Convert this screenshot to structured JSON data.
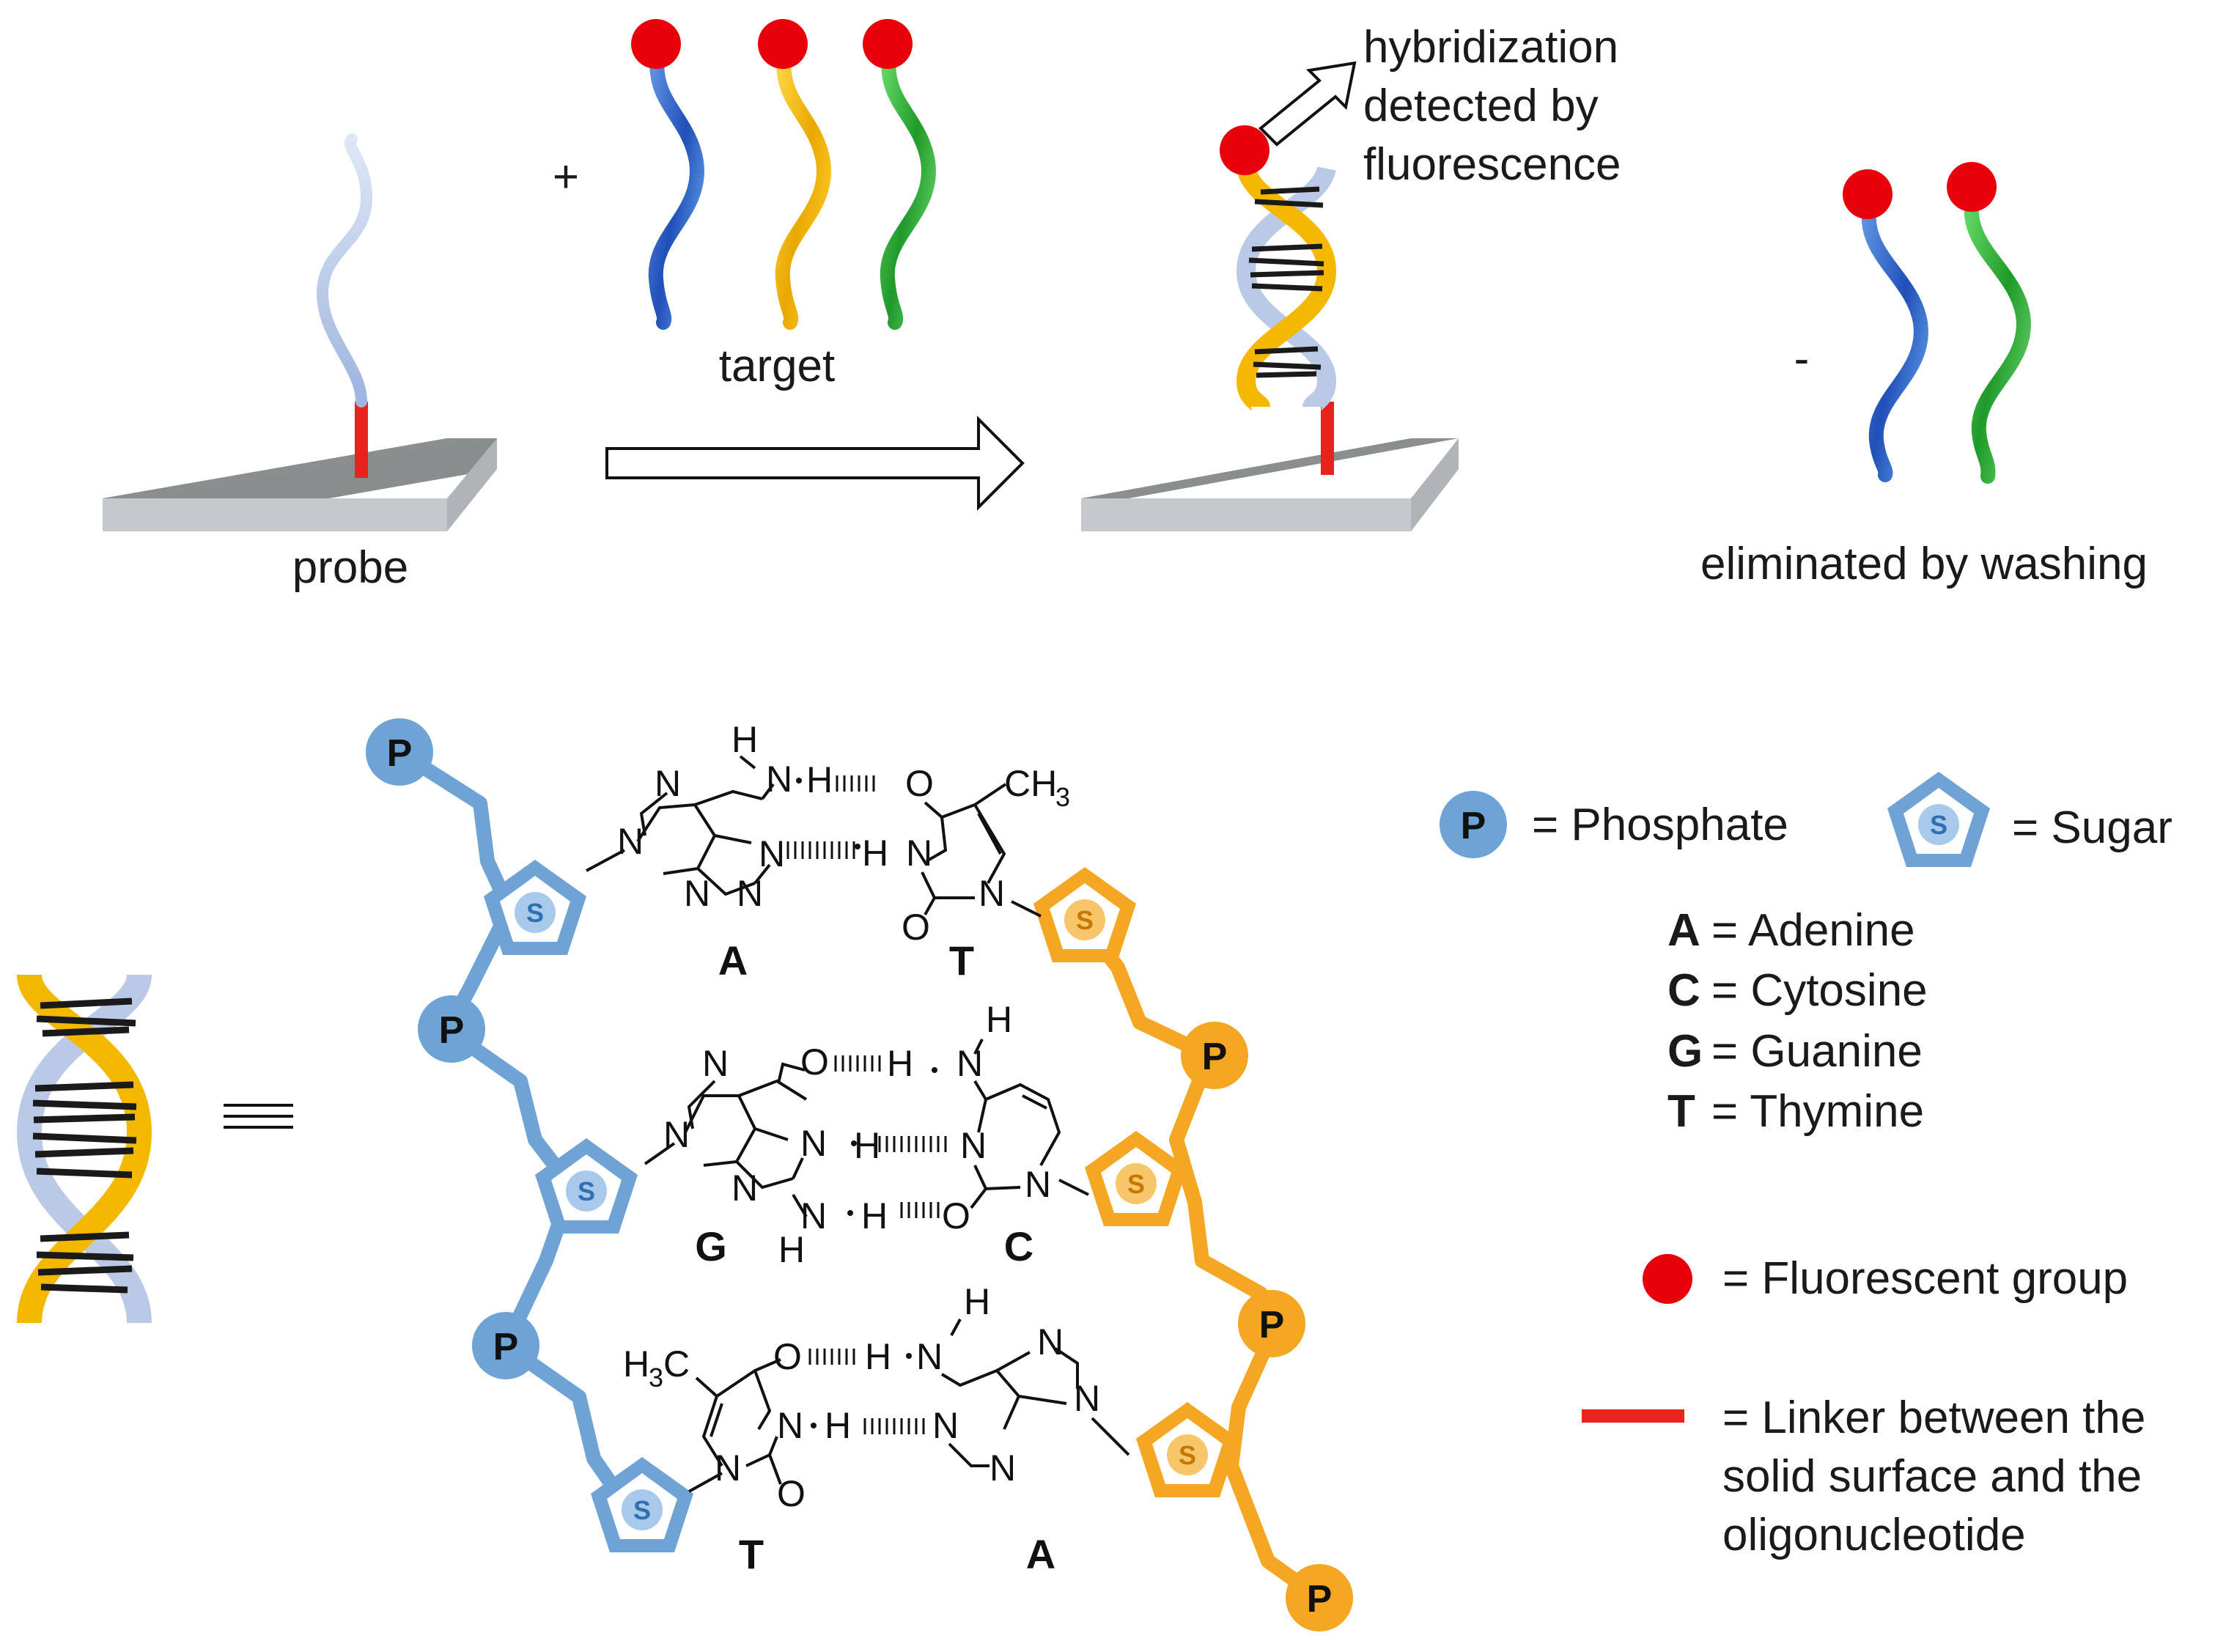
{
  "top": {
    "plus_sign": "+",
    "minus_sign": "-",
    "probe_label": "probe",
    "target_label": "target",
    "detection_label": [
      "hybridization",
      "detected by",
      "fluorescence"
    ],
    "washing_label": "eliminated by washing"
  },
  "bottom": {
    "equivalence_sign": "≡",
    "phosphate_letter": "P",
    "sugar_letter": "S",
    "base_pairs": [
      {
        "left": "A",
        "right": "T"
      },
      {
        "left": "G",
        "right": "C"
      },
      {
        "left": "T",
        "right": "A"
      }
    ],
    "atoms": {
      "N": "N",
      "O": "O",
      "H": "H",
      "CH3": "CH",
      "H3C": "H",
      "sub3": "3",
      "C": "C"
    }
  },
  "legend": {
    "phosphate": "= Phosphate",
    "sugar": "= Sugar",
    "bases": [
      {
        "letter": "A",
        "name": "= Adenine"
      },
      {
        "letter": "C",
        "name": "= Cytosine"
      },
      {
        "letter": "G",
        "name": "= Guanine"
      },
      {
        "letter": "T",
        "name": "= Thymine"
      }
    ],
    "fluorescent": "= Fluorescent group",
    "linker": [
      "= Linker between the",
      "solid surface and the",
      "oligonucleotide"
    ]
  },
  "colors": {
    "probe_blue": "#b9c9e6",
    "strand_blue": "#3d7bd6",
    "strand_yellow": "#f5b800",
    "strand_green": "#3fbf3f",
    "fluor_red": "#e8000b",
    "linker_red": "#e8231a",
    "phosphate_blue": "#6fa3d6",
    "phosphate_orange": "#f5a623",
    "slab_grey": "#8a8d8e"
  }
}
